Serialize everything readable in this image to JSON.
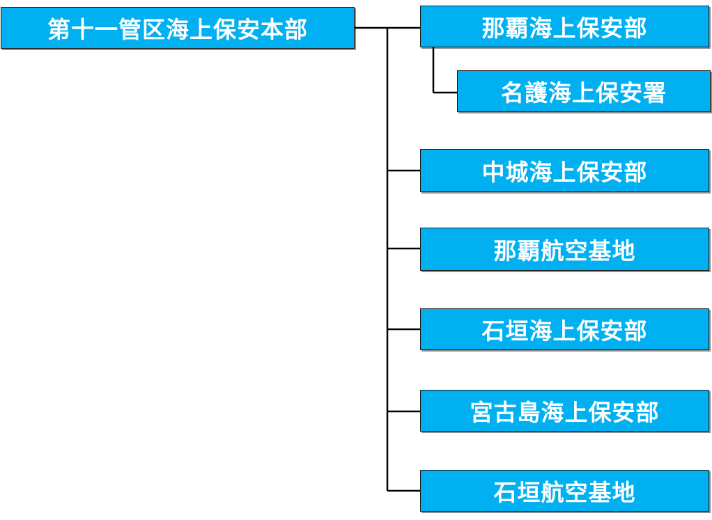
{
  "colors": {
    "box_fill": "#00b0f0",
    "box_text": "#ffffff",
    "connector": "#000000"
  },
  "org": {
    "root": "第十一管区海上保安本部",
    "units": [
      "那覇海上保安部",
      "名護海上保安署",
      "中城海上保安部",
      "那覇航空基地",
      "石垣海上保安部",
      "宮古島海上保安部",
      "石垣航空基地"
    ]
  }
}
